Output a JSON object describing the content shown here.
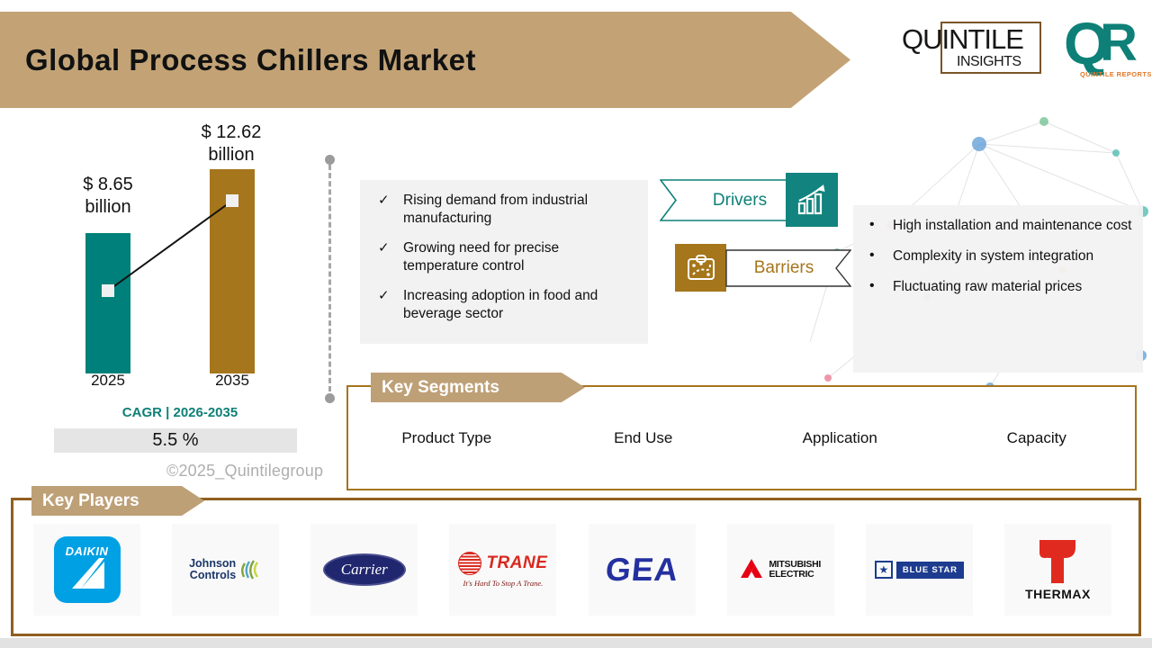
{
  "header": {
    "title": "Global Process Chillers Market"
  },
  "brand": {
    "quintile_word": "QUINTILE",
    "insights_word": "INSIGHTS",
    "qr_q": "Q",
    "qr_r": "R",
    "qr_caption": "QUINTILE REPORTS"
  },
  "chart_data": {
    "type": "bar",
    "categories": [
      "2025",
      "2035"
    ],
    "values": [
      8.65,
      12.62
    ],
    "unit": "USD billion",
    "colors": [
      "#00807A",
      "#A6761D"
    ],
    "bar_labels": [
      [
        "$ 8.65",
        "billion"
      ],
      [
        "$ 12.62",
        "billion"
      ]
    ],
    "cagr_label": "CAGR | 2026-2035",
    "cagr_value": "5.5 %",
    "trendline": true,
    "legend_position": "none",
    "grid": false
  },
  "watermark": "©2025_Quintilegroup",
  "drivers": {
    "label": "Drivers",
    "icon": "growth-chart-icon",
    "check_icon": "✓",
    "items": [
      "Rising demand from industrial manufacturing",
      "Growing need for precise temperature control",
      "Increasing adoption in food and beverage sector"
    ]
  },
  "barriers": {
    "label": "Barriers",
    "icon": "strategy-clipboard-icon",
    "bullet_icon": "•",
    "items": [
      "High installation and maintenance cost",
      "Complexity in system integration",
      "Fluctuating raw material prices"
    ]
  },
  "key_segments": {
    "title": "Key Segments",
    "items": [
      "Product Type",
      "End Use",
      "Application",
      "Capacity"
    ]
  },
  "key_players": {
    "title": "Key Players",
    "companies": [
      {
        "name": "Daikin",
        "text": "DAIKIN"
      },
      {
        "name": "Johnson Controls",
        "line1": "Johnson",
        "line2": "Controls"
      },
      {
        "name": "Carrier",
        "text": "Carrier"
      },
      {
        "name": "Trane",
        "text": "TRANE",
        "tagline": "It's Hard To Stop A Trane."
      },
      {
        "name": "GEA",
        "text": "GEA"
      },
      {
        "name": "Mitsubishi Electric",
        "line1": "MITSUBISHI",
        "line2": "ELECTRIC"
      },
      {
        "name": "Blue Star",
        "text": "BLUE STAR",
        "star_icon": "★"
      },
      {
        "name": "Thermax",
        "text": "THERMAX"
      }
    ]
  }
}
